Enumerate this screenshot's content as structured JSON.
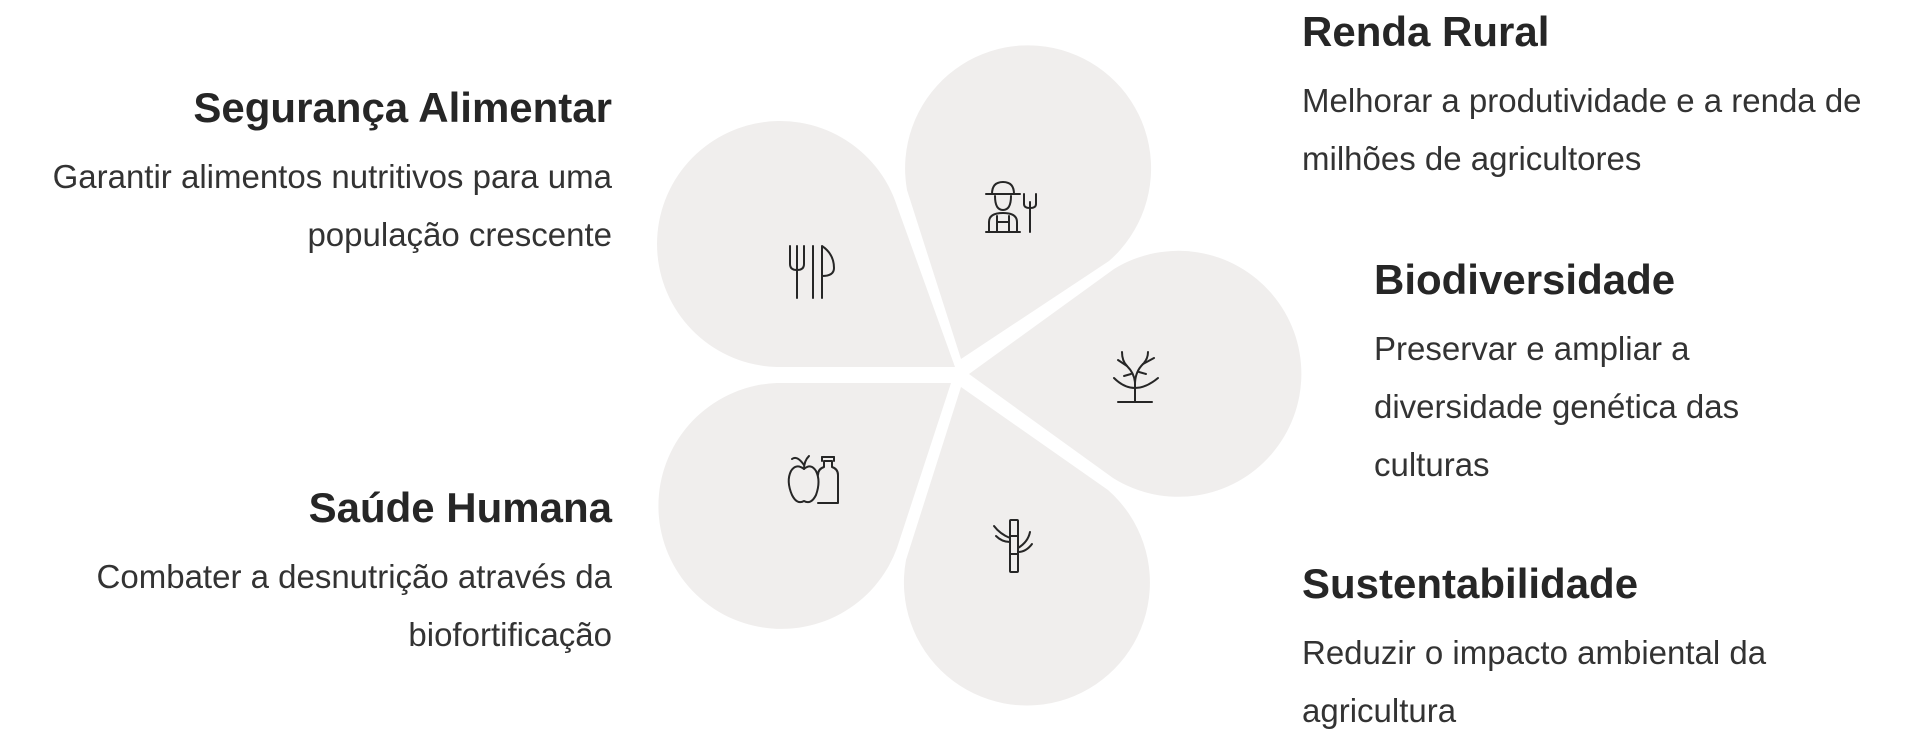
{
  "items": {
    "renda_rural": {
      "title": "Renda Rural",
      "description": "Melhorar a produtividade e a renda de milhões de agricultores",
      "icon": "farmer-icon"
    },
    "seguranca_alimentar": {
      "title": "Segurança Alimentar",
      "description": "Garantir alimentos nutritivos para uma população crescente",
      "icon": "fork-knife-icon"
    },
    "biodiversidade": {
      "title": "Biodiversidade",
      "description": "Preservar e ampliar a diversidade genética das culturas",
      "icon": "plant-icon"
    },
    "saude_humana": {
      "title": "Saúde Humana",
      "description": "Combater a desnutrição através da biofortificação",
      "icon": "apple-bottle-icon"
    },
    "sustentabilidade": {
      "title": "Sustentabilidade",
      "description": "Reduzir o impacto ambiental da agricultura",
      "icon": "bamboo-icon"
    }
  },
  "colors": {
    "petal": "#f0eeed",
    "text": "#2b2b2b",
    "icon": "#262626"
  }
}
